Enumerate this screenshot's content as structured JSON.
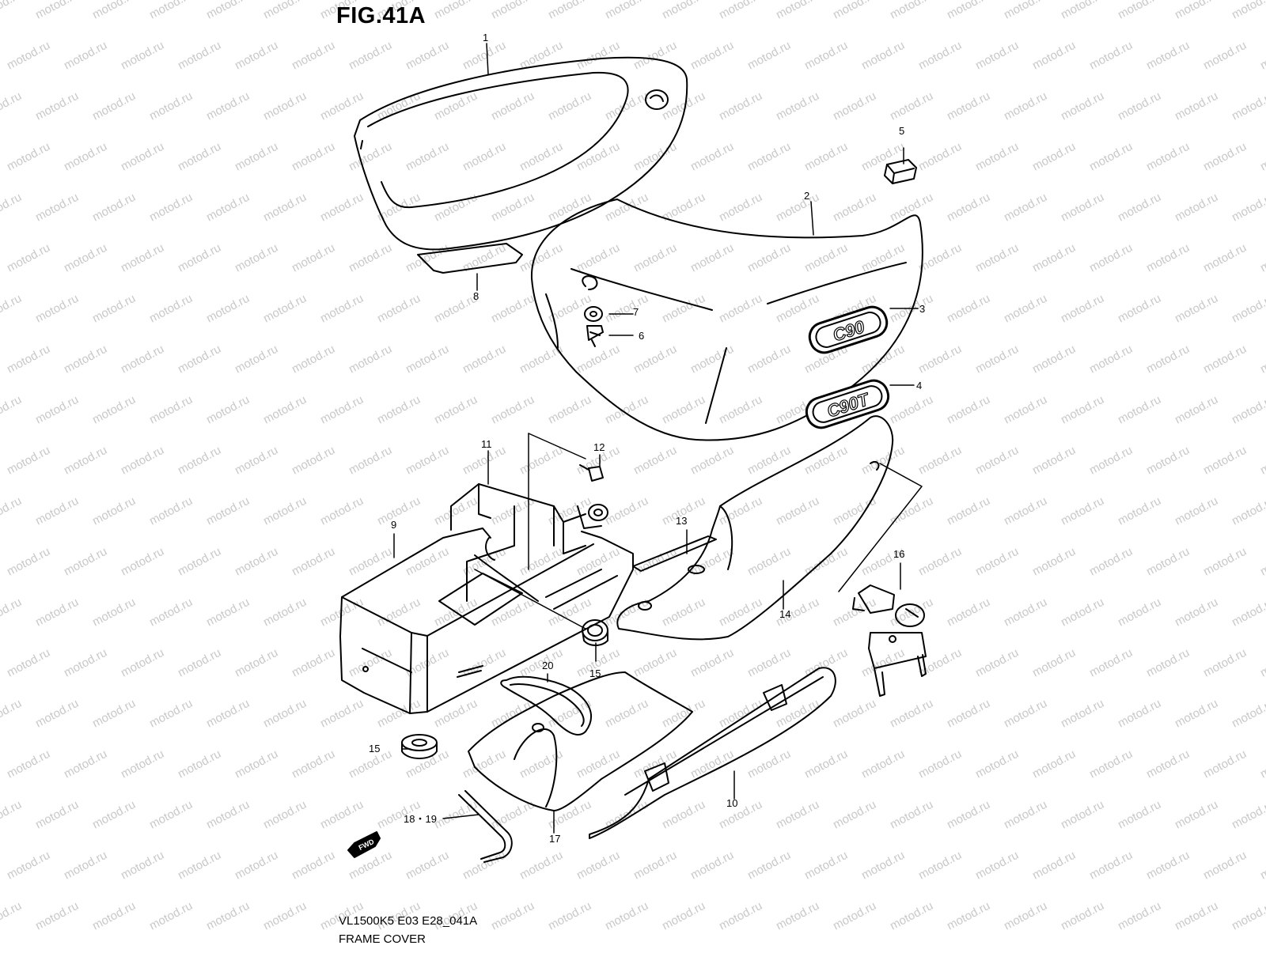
{
  "diagram": {
    "figure_title": "FIG.41A",
    "caption_code": "VL1500K5 E03 E28_041A",
    "caption_name": "FRAME COVER",
    "watermark_text": "motod.ru",
    "fwd_badge": "FWD",
    "emblem_text_a": "C90",
    "emblem_text_b": "C90T",
    "callouts": [
      "1",
      "2",
      "3",
      "4",
      "5",
      "6",
      "7",
      "8",
      "9",
      "10",
      "11",
      "12",
      "13",
      "14",
      "15",
      "15",
      "16",
      "17",
      "18・19",
      "20"
    ]
  },
  "colors": {
    "ink": "#000000",
    "paper": "#ffffff",
    "watermark": "#c8c8c8"
  }
}
